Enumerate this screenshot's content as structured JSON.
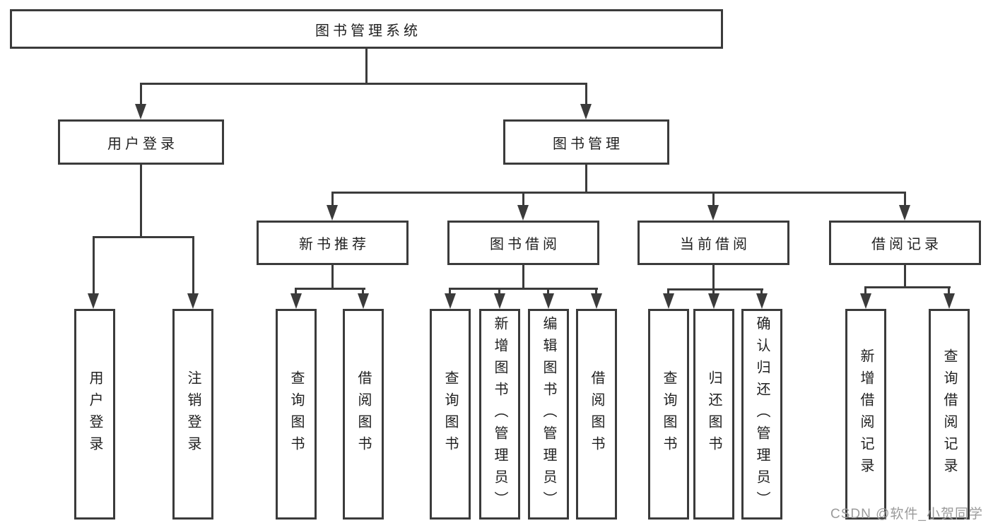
{
  "tree": {
    "root": "图书管理系统",
    "children": [
      {
        "label": "用户登录",
        "children": [
          "用户登录",
          "注销登录"
        ]
      },
      {
        "label": "图书管理",
        "children": [
          {
            "label": "新书推荐",
            "children": [
              "查询图书",
              "借阅图书"
            ]
          },
          {
            "label": "图书借阅",
            "children": [
              "查询图书",
              "新增图书（管理员）",
              "编辑图书（管理员）",
              "借阅图书"
            ]
          },
          {
            "label": "当前借阅",
            "children": [
              "查询图书",
              "归还图书",
              "确认归还（管理员）"
            ]
          },
          {
            "label": "借阅记录",
            "children": [
              "新增借阅记录",
              "查询借阅记录"
            ]
          }
        ]
      }
    ]
  },
  "watermark": {
    "text": "CSDN @软件_小贺同学",
    "color": "#9b9b9b"
  },
  "colors": {
    "line": "#3b3b3b",
    "text": "#212121",
    "background": "#ffffff"
  }
}
